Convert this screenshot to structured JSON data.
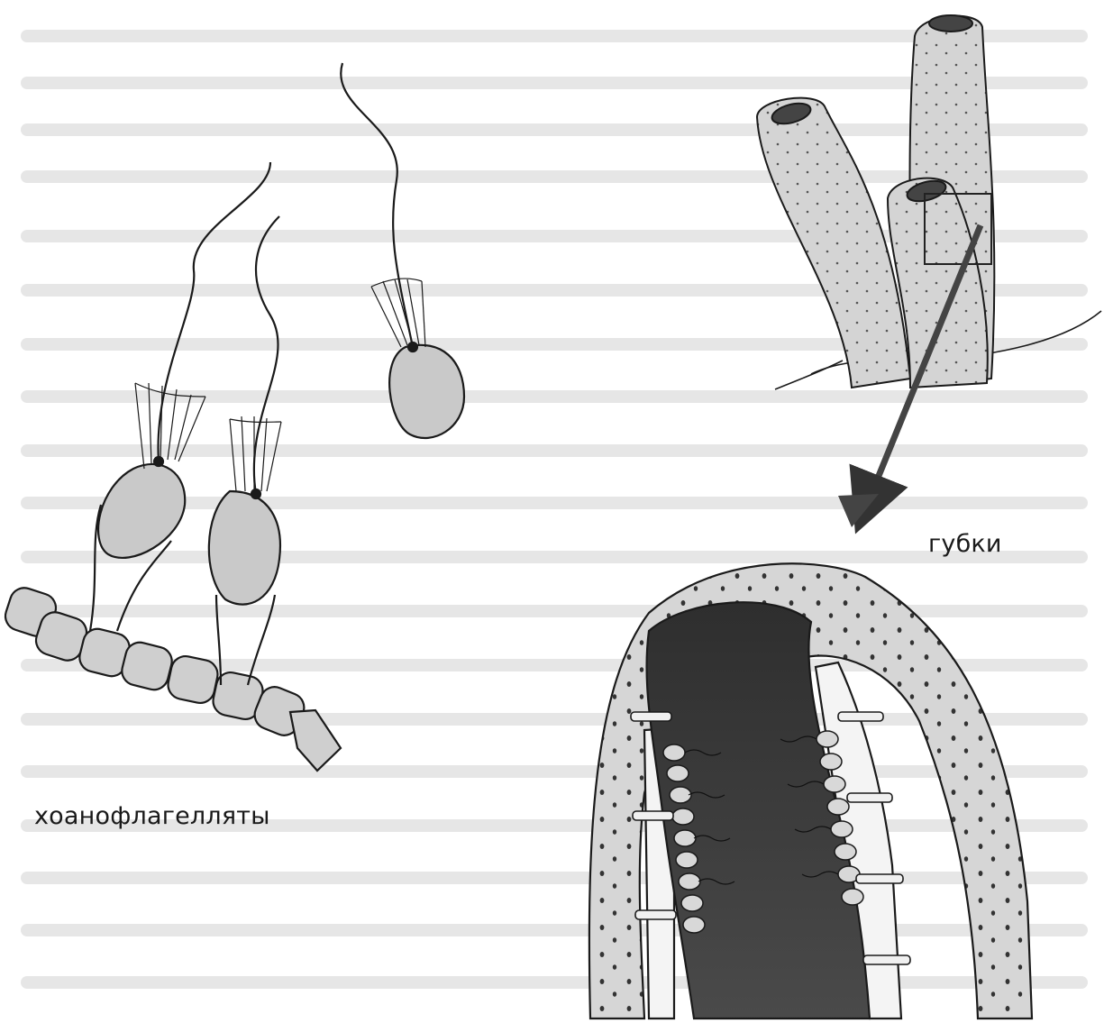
{
  "labels": {
    "choanoflagellates": "хоанофлагелляты",
    "sponges": "губки"
  },
  "colors": {
    "ink": "#1a1a1a",
    "cell_fill": "#c9c9c9",
    "sponge_fill": "#d4d4d4",
    "cavity_dark": "#3a3a3a",
    "background_text_ghost": "#e4e4e4"
  },
  "icons": {
    "zoom_arrow": "arrow-icon",
    "zoom_box": "zoom-region-box"
  }
}
